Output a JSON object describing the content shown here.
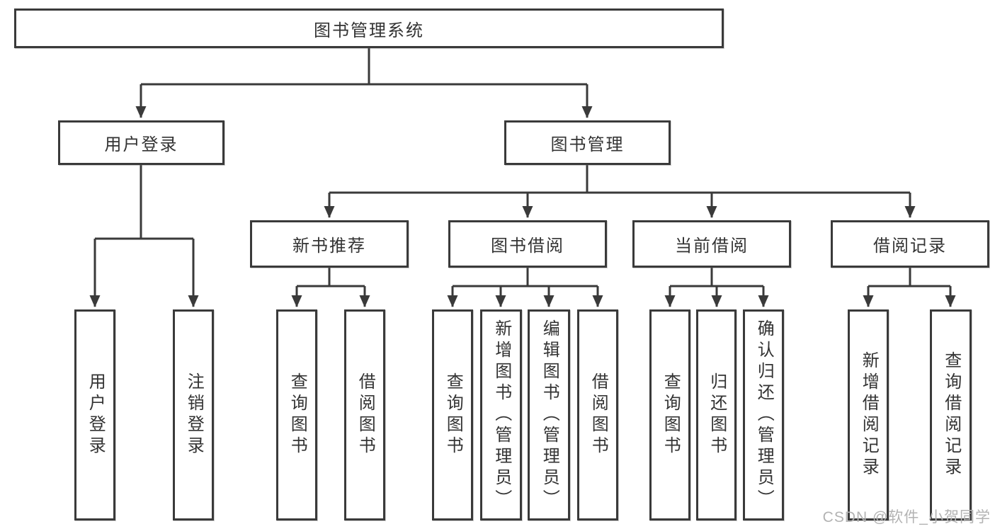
{
  "tree": {
    "root": {
      "label": "图书管理系统"
    },
    "branches": [
      {
        "label": "用户登录",
        "children": [
          {
            "label": "用户登录"
          },
          {
            "label": "注销登录"
          }
        ]
      },
      {
        "label": "图书管理",
        "children": [
          {
            "label": "新书推荐",
            "children": [
              {
                "label": "查询图书"
              },
              {
                "label": "借阅图书"
              }
            ]
          },
          {
            "label": "图书借阅",
            "children": [
              {
                "label": "查询图书"
              },
              {
                "label": "新增图书（管理员）"
              },
              {
                "label": "编辑图书（管理员）"
              },
              {
                "label": "借阅图书"
              }
            ]
          },
          {
            "label": "当前借阅",
            "children": [
              {
                "label": "查询图书"
              },
              {
                "label": "归还图书"
              },
              {
                "label": "确认归还（管理员）"
              }
            ]
          },
          {
            "label": "借阅记录",
            "children": [
              {
                "label": "新增借阅记录"
              },
              {
                "label": "查询借阅记录"
              }
            ]
          }
        ]
      }
    ]
  },
  "watermark": "CSDN @软件_小贺同学",
  "colors": {
    "line": "#3a3a3a",
    "text": "#333333",
    "background": "#ffffff",
    "watermark": "#b3b3b3"
  }
}
